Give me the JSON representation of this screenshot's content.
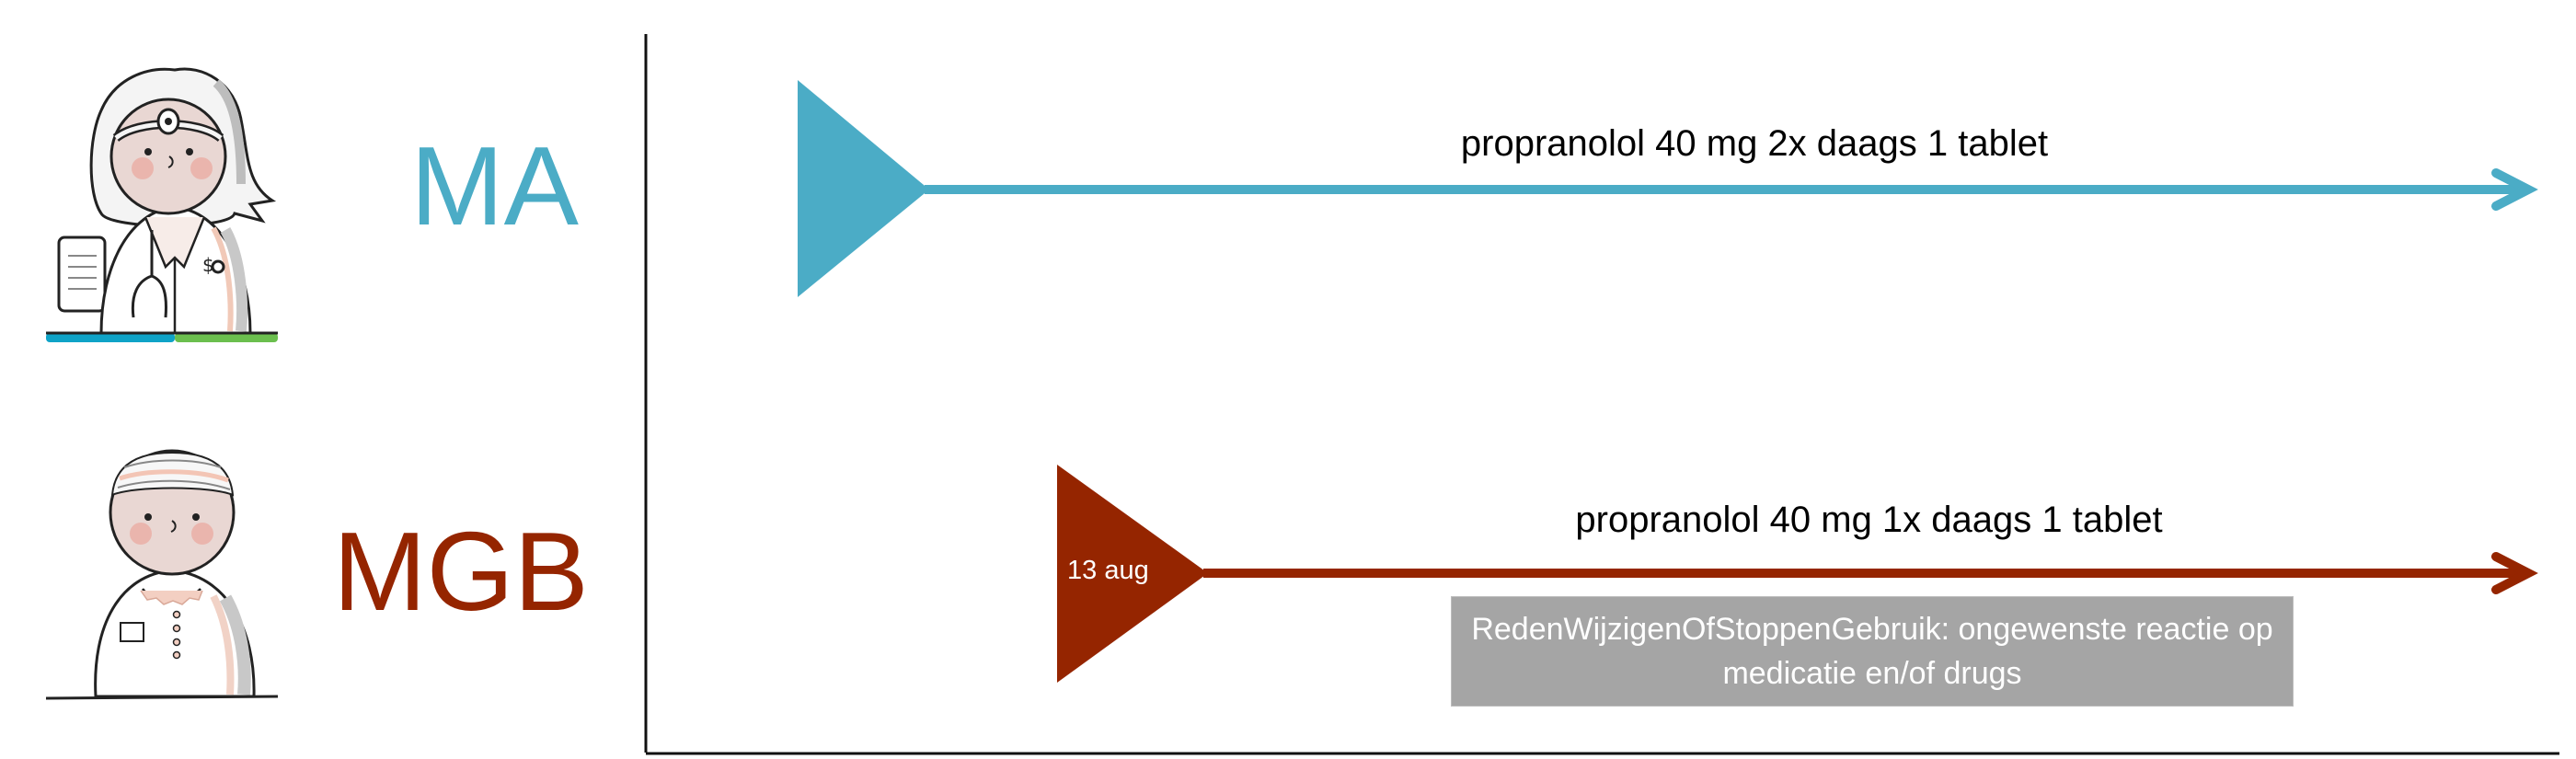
{
  "roles": [
    {
      "id": "ma",
      "label": "MA",
      "color": "#4BACC6",
      "avatar": "doctor-icon",
      "medication": {
        "description": "propranolol 40 mg 2x daags 1 tablet",
        "start_label": "",
        "reason": ""
      }
    },
    {
      "id": "mgb",
      "label": "MGB",
      "color": "#952500",
      "avatar": "patient-icon",
      "medication": {
        "description": "propranolol 40 mg 1x daags 1 tablet",
        "start_label": "13 aug",
        "reason": "RedenWijzigenOfStoppenGebruik: ongewenste reactie op medicatie en/of drugs"
      }
    }
  ],
  "colors": {
    "axis": "#000000",
    "reason_box": "#A5A5A5",
    "reason_text": "#FFFFFF",
    "desk_blue": "#0FA3C7",
    "desk_green": "#6BBF4E"
  }
}
